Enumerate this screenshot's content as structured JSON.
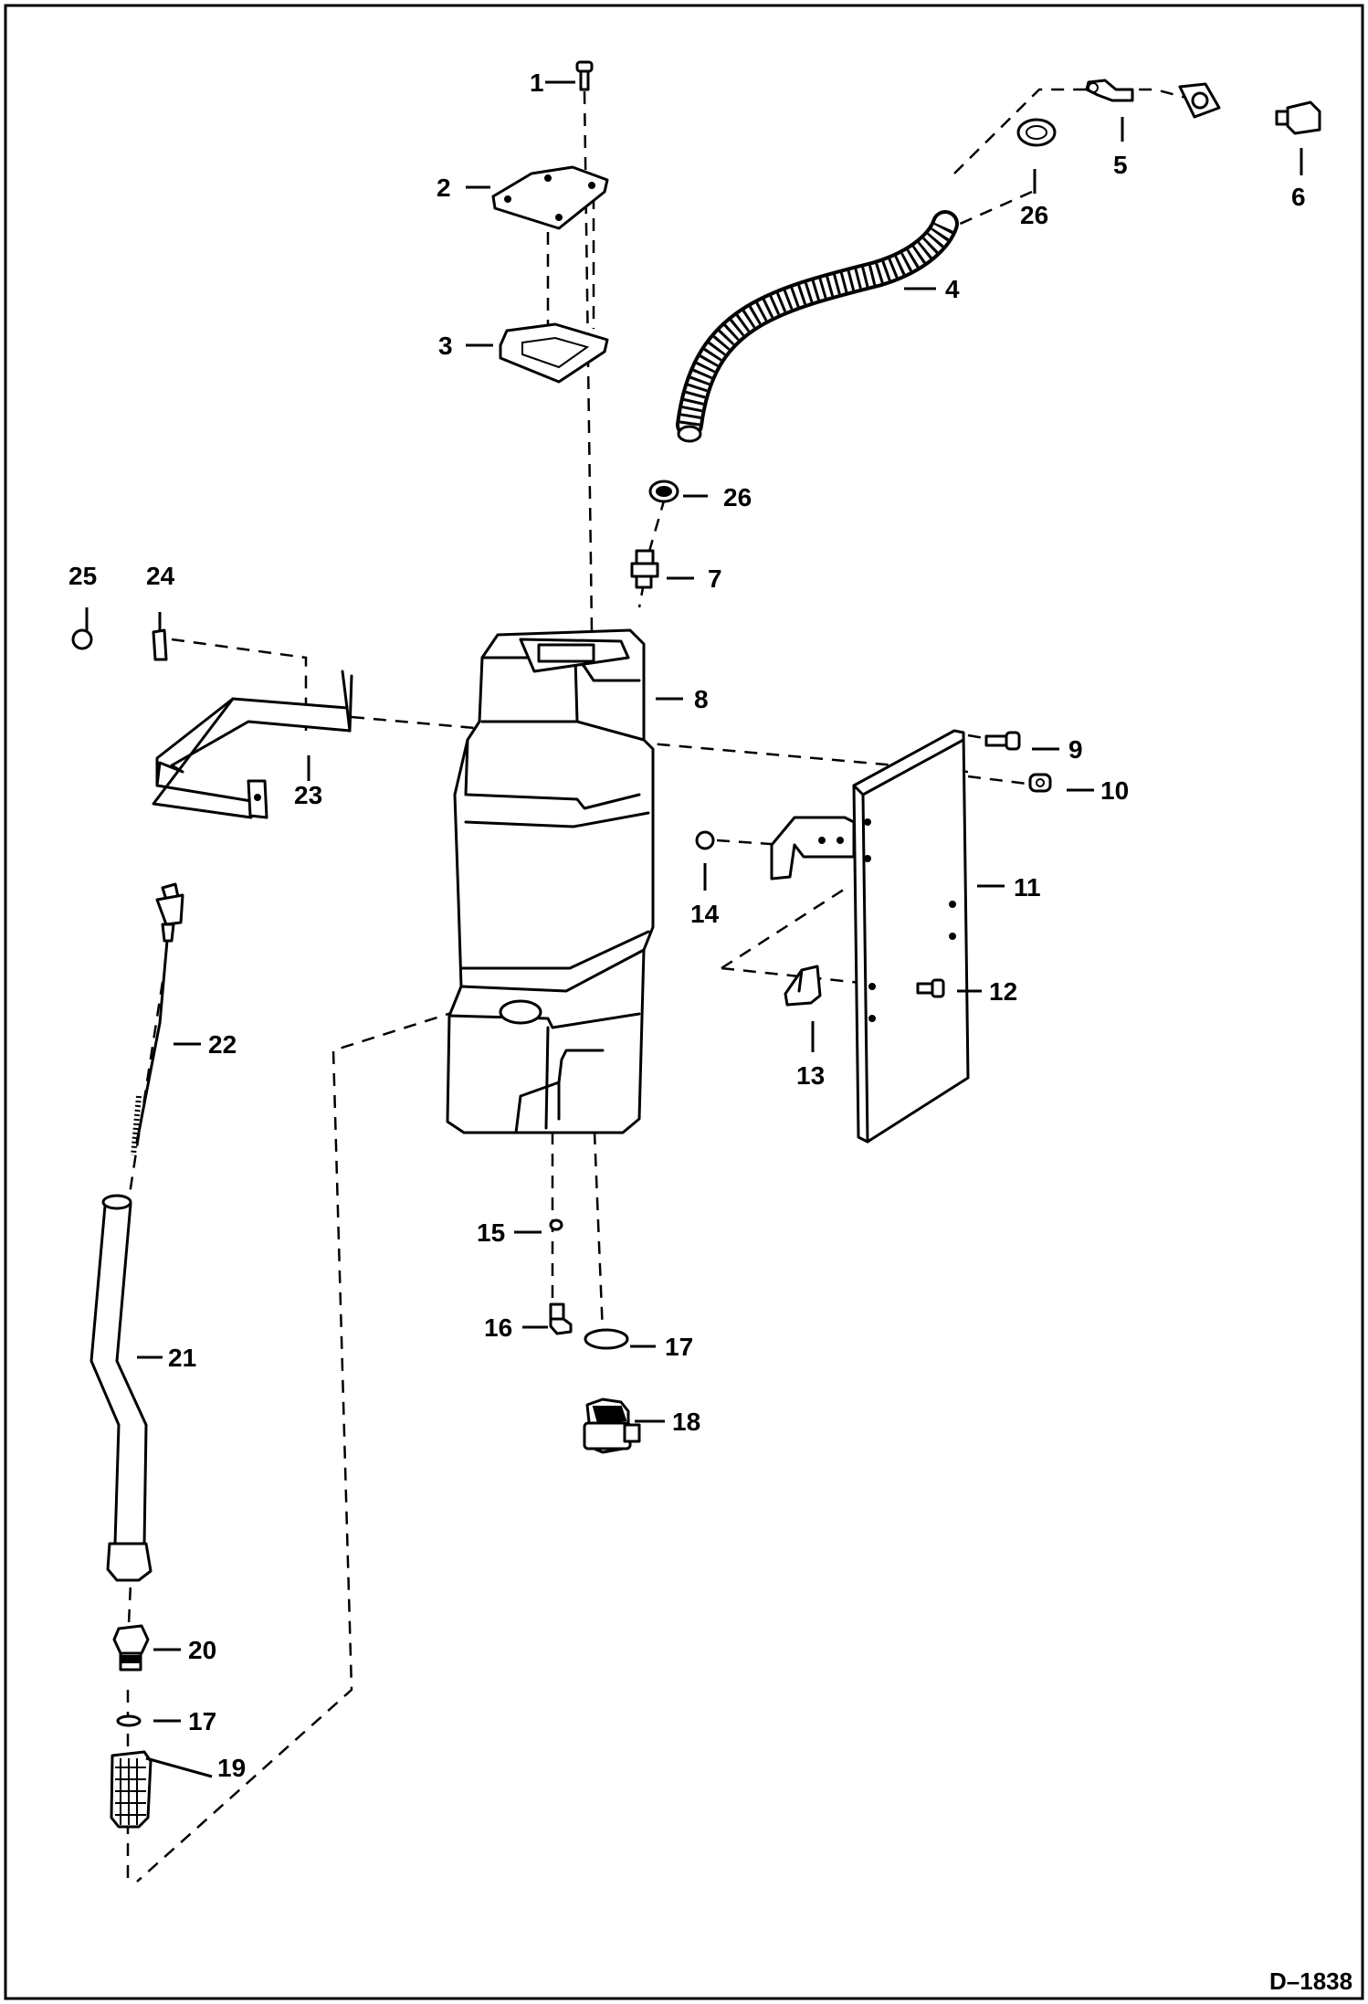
{
  "figure_number": "D–1838",
  "callouts": {
    "c1": "1",
    "c2": "2",
    "c3": "3",
    "c4": "4",
    "c5": "5",
    "c6": "6",
    "c7": "7",
    "c8": "8",
    "c9": "9",
    "c10": "10",
    "c11": "11",
    "c12": "12",
    "c13": "13",
    "c14": "14",
    "c15": "15",
    "c16": "16",
    "c17a": "17",
    "c17b": "17",
    "c18": "18",
    "c19": "19",
    "c20": "20",
    "c21": "21",
    "c22": "22",
    "c23": "23",
    "c24": "24",
    "c25": "25",
    "c26a": "26",
    "c26b": "26"
  }
}
